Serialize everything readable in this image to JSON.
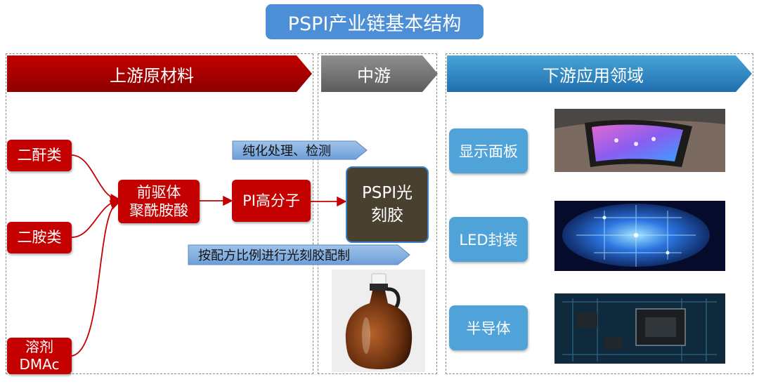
{
  "title": "PSPI产业链基本结构",
  "sections": {
    "upstream": "上游原材料",
    "midstream": "中游",
    "downstream": "下游应用领域"
  },
  "raw_materials": {
    "dianhydride": "二酐类",
    "diamine": "二胺类",
    "solvent": "溶剂\nDMAc"
  },
  "precursor": "前驱体\n聚酰胺酸",
  "pi_polymer": "PI高分子",
  "pspi_product": "PSPI光\n刻胶",
  "process_notes": {
    "purify": "纯化处理、检测",
    "formulate": "按配方比例进行光刻胶配制"
  },
  "applications": {
    "display": "显示面板",
    "led": "LED封装",
    "semiconductor": "半导体"
  },
  "colors": {
    "red": "#c50000",
    "blue": "#4fa3d9",
    "title_blue": "#4d8fd6",
    "dark": "#4a4030"
  }
}
